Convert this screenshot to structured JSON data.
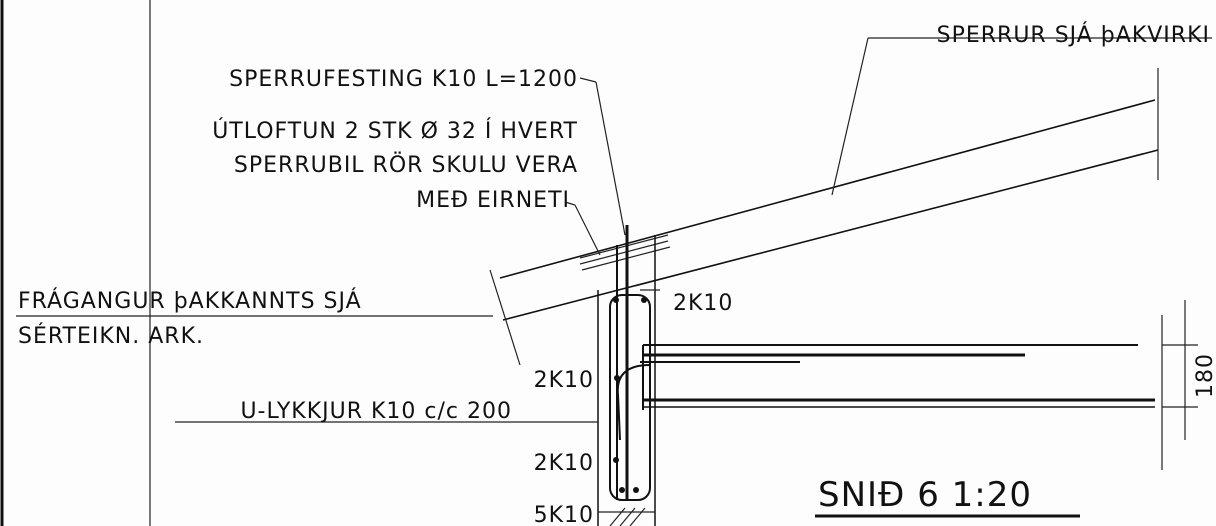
{
  "labels": {
    "sperrur": "SPERRUR SJÁ þAKVIRKI",
    "sperrufesting": "SPERRUFESTING K10 L=1200",
    "utloftun_1": "ÚTLOFTUN 2 STK Ø 32 Í HVERT",
    "utloftun_2": "SPERRUBIL RÖR SKULU VERA",
    "utloftun_3": "MEÐ EIRNETI",
    "fragangur_1": "FRÁGANGUR þAKKANNTS SJÁ",
    "fragangur_2": "SÉRTEIKN. ARK.",
    "ulykkjur": "U-LYKKJUR K10 c/c 200",
    "k10_top": "2K10",
    "k10_mid": "2K10",
    "k10_low": "2K10",
    "k10_bottom": "5K10",
    "dim_180": "180"
  },
  "title": {
    "text": "SNIÐ 6 1:20"
  }
}
